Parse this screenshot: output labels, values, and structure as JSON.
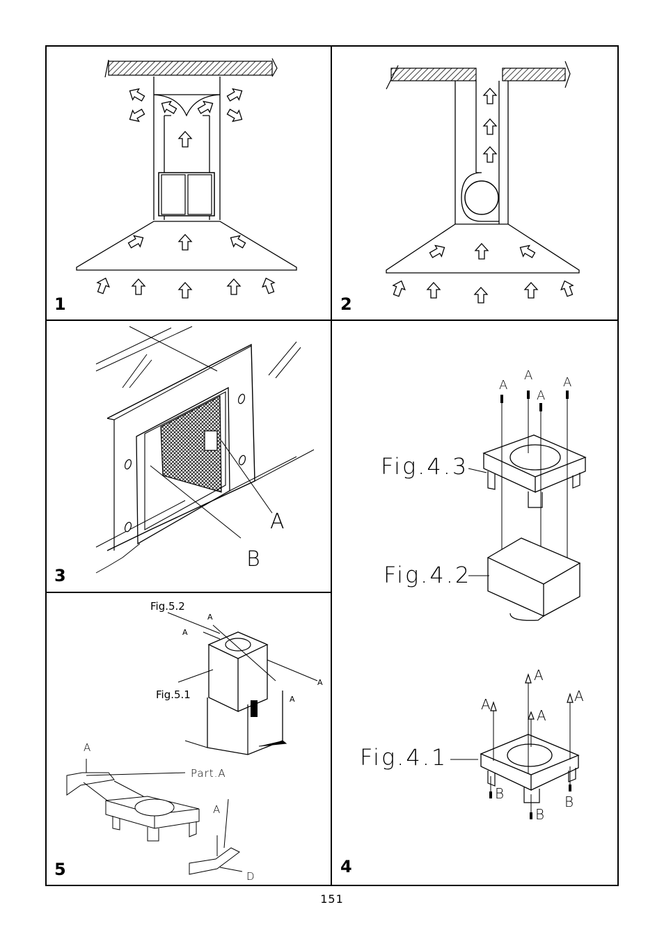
{
  "page": {
    "number": "151"
  },
  "panels": [
    {
      "id": "1",
      "label": "1"
    },
    {
      "id": "2",
      "label": "2"
    },
    {
      "id": "3",
      "label": "3",
      "callouts": [
        "A",
        "B"
      ]
    },
    {
      "id": "4",
      "label": "4",
      "figures": [
        "Fig.4.3",
        "Fig.4.2",
        "Fig.4.1"
      ],
      "callouts": [
        "A",
        "B"
      ]
    },
    {
      "id": "5",
      "label": "5",
      "figures": [
        "Fig.5.2",
        "Fig.5.1"
      ],
      "parts": [
        "Part.A"
      ],
      "callouts": [
        "A",
        "D"
      ]
    }
  ]
}
